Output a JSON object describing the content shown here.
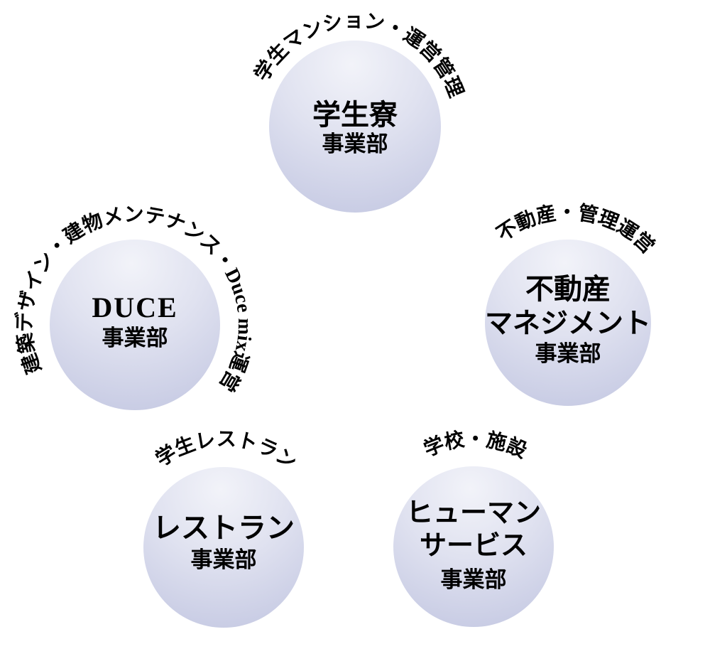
{
  "page": {
    "background": "#ffffff",
    "description_label": "business-divisions-bubble-diagram"
  },
  "colors": {
    "circle_gradient_light": "#f2f3f9",
    "circle_gradient_mid": "#e0e2f0",
    "circle_gradient_dark": "#c4c8e2",
    "text": "#000000"
  },
  "divisions": [
    {
      "id": "student-dorm",
      "ring_text": "学生マンション・運営管理",
      "title_lines": [
        "学生寮",
        "事業部"
      ]
    },
    {
      "id": "duce",
      "ring_text": "建築デザイン・建物メンテナンス・Duce mix運営",
      "title_lines": [
        "DUCE",
        "事業部"
      ]
    },
    {
      "id": "real-estate-management",
      "ring_text": "不動産・管理運営",
      "title_lines": [
        "不動産",
        "マネジメント",
        "事業部"
      ]
    },
    {
      "id": "restaurant",
      "ring_text": "学生レストラン",
      "title_lines": [
        "レストラン",
        "事業部"
      ]
    },
    {
      "id": "human-service",
      "ring_text": "学校・施設",
      "title_lines": [
        "ヒューマン",
        "サービス",
        "事業部"
      ]
    }
  ]
}
